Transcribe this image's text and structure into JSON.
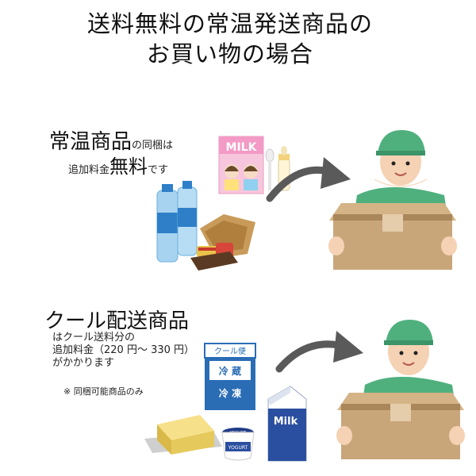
{
  "title": {
    "line1": "送料無料の常温発送商品の",
    "line2": "お買い物の場合"
  },
  "room_temp": {
    "heading_big": "常温商品",
    "heading_small": "の同梱は",
    "sub_prefix": "追加料金",
    "sub_big": "無料",
    "sub_suffix": "です",
    "milk_carton_text": "MILK"
  },
  "cool": {
    "heading": "クール配送商品",
    "desc_line1": "はクール送料分の",
    "desc_line2": "追加料金（220 円～ 330 円）",
    "desc_line3": "がかかります",
    "note": "※ 同梱可能商品のみ",
    "sticker_top": "クール便",
    "sticker_mid": "冷 蔵",
    "sticker_bot": "冷 凍",
    "yogurt_top": "YOGURT",
    "yogurt_label": "YOGURT",
    "milk_label": "Milk"
  },
  "colors": {
    "box": "#c9a67a",
    "box_dark": "#a9875b",
    "uniform": "#4fb07e",
    "skin": "#f5d2b3",
    "arrow": "#5a5a5a",
    "sticker": "#2a6db5",
    "milk_blue": "#2b4fa0"
  },
  "icons": [
    "arrow-icon",
    "delivery-person-icon",
    "water-bottle-icon",
    "snack-icon",
    "milk-carton-icon",
    "butter-icon",
    "yogurt-icon"
  ]
}
